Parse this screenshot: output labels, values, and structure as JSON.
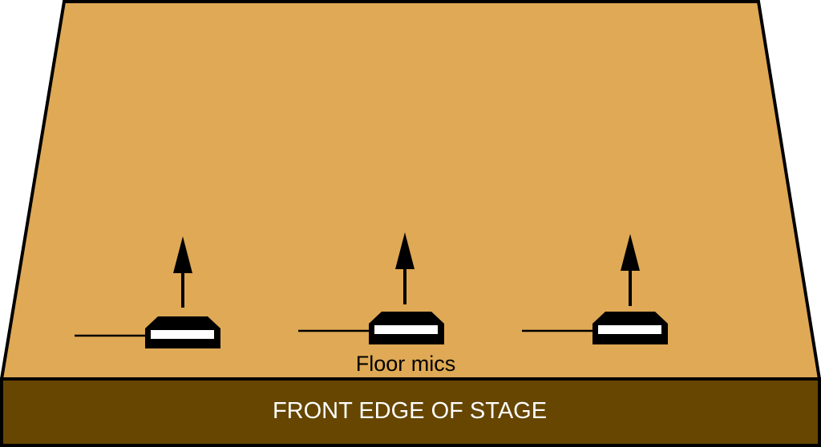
{
  "stage": {
    "floor_color": "#DFA955",
    "front_color": "#664600",
    "outline_color": "#000000",
    "front_label": "FRONT EDGE OF STAGE",
    "front_label_color": "#FFFFFF"
  },
  "mics": {
    "label": "Floor mics",
    "items": [
      {
        "name": "floor-mic-left"
      },
      {
        "name": "floor-mic-center"
      },
      {
        "name": "floor-mic-right"
      }
    ]
  }
}
